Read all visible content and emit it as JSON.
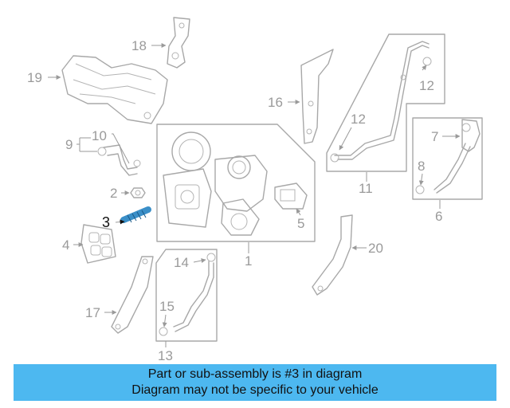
{
  "labels": {
    "l1": "1",
    "l2": "2",
    "l3": "3",
    "l4": "4",
    "l5": "5",
    "l6": "6",
    "l7": "7",
    "l8": "8",
    "l9": "9",
    "l10": "10",
    "l11": "11",
    "l12a": "12",
    "l12b": "12",
    "l13": "13",
    "l14": "14",
    "l15": "15",
    "l16": "16",
    "l17": "17",
    "l18": "18",
    "l19": "19",
    "l20": "20"
  },
  "highlighted_part": "3",
  "colors": {
    "banner": "#4db8f0",
    "highlight_part": "#3a8fc8",
    "line_art": "#a8a8a8"
  },
  "banner": {
    "line1": "Part or sub-assembly is #3 in diagram",
    "line2": "Diagram may not be specific to your vehicle"
  }
}
